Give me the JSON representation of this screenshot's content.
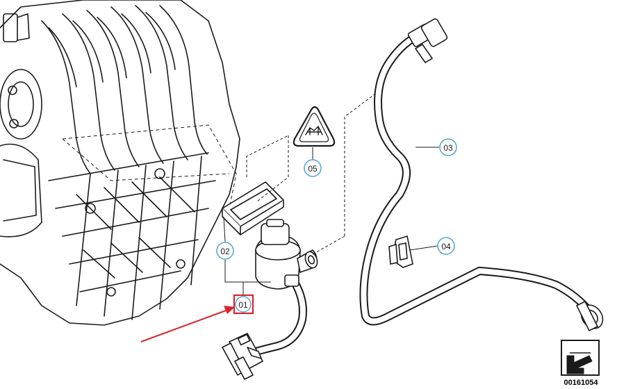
{
  "callouts": [
    {
      "id": "01",
      "label": "01",
      "highlighted": true
    },
    {
      "id": "02",
      "label": "02",
      "highlighted": false
    },
    {
      "id": "03",
      "label": "03",
      "highlighted": false
    },
    {
      "id": "04",
      "label": "04",
      "highlighted": false
    },
    {
      "id": "05",
      "label": "05",
      "highlighted": false
    }
  ],
  "diagram_ref": "00161054",
  "colors": {
    "line": "#1a1a1a",
    "callout_ring": "#5aa6d6",
    "highlight": "#d9232a",
    "arrow": "#d9232a"
  },
  "icons": [
    "warning-triangle-icon",
    "corner-arrow-icon"
  ]
}
